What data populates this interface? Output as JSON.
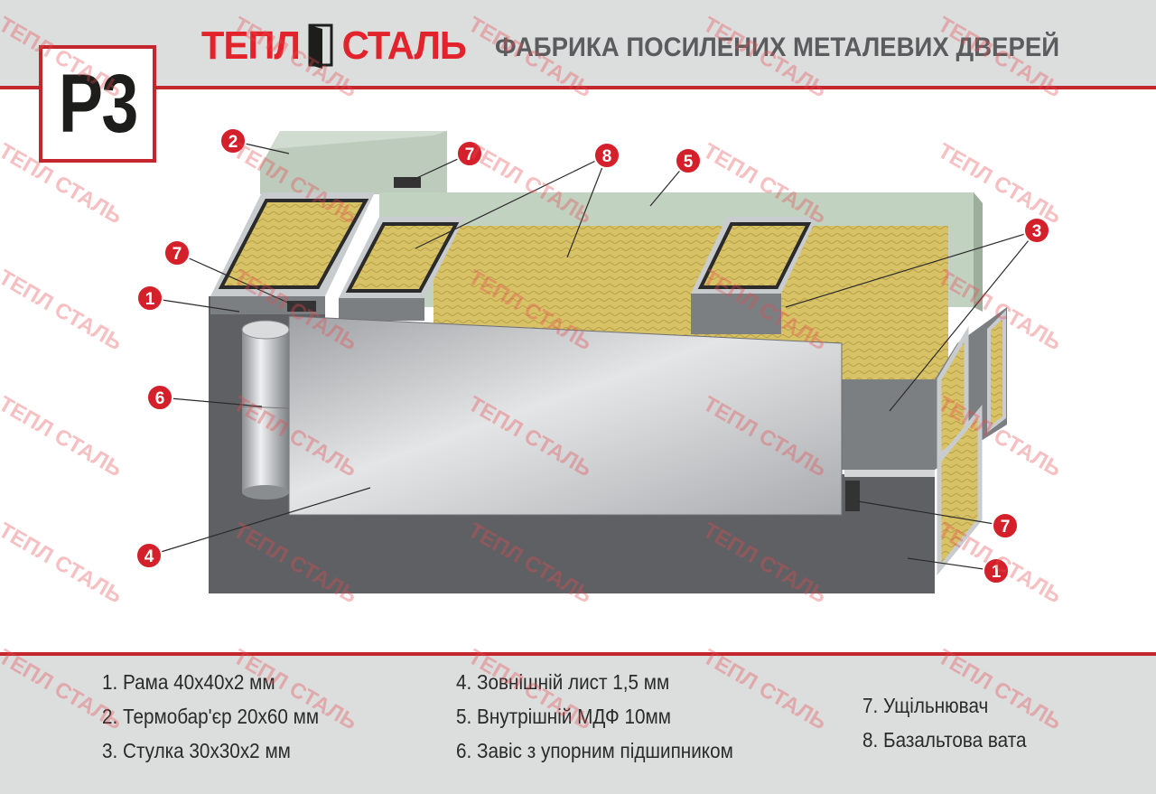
{
  "header": {
    "badge": "Р3",
    "logo_left": "ТЕПЛ",
    "logo_right": "СТАЛЬ",
    "tagline": "ФАБРИКА ПОСИЛЕНИХ МЕТАЛЕВИХ ДВЕРЕЙ"
  },
  "watermark": "ТЕПЛ СТАЛЬ",
  "callouts": {
    "c2": "2",
    "c7a": "7",
    "c8": "8",
    "c5": "5",
    "c3": "3",
    "c7b": "7",
    "c1a": "1",
    "c6": "6",
    "c4": "4",
    "c7c": "7",
    "c1b": "1"
  },
  "legend": {
    "col1": [
      "1. Рама 40х40х2 мм",
      "2. Термобар'єр 20х60 мм",
      "3. Стулка 30х30х2 мм"
    ],
    "col2": [
      "4. Зовнішній лист 1,5 мм",
      "5. Внутрішній МДФ 10мм",
      "6. Завіс з упорним підшипником"
    ],
    "col3": [
      "7. Ущільнювач",
      "8. Базальтова вата"
    ]
  },
  "colors": {
    "accent": "#c3262d",
    "frame": "#5f6063",
    "wool": "#d8c266",
    "mdf": "#bccbbb"
  }
}
